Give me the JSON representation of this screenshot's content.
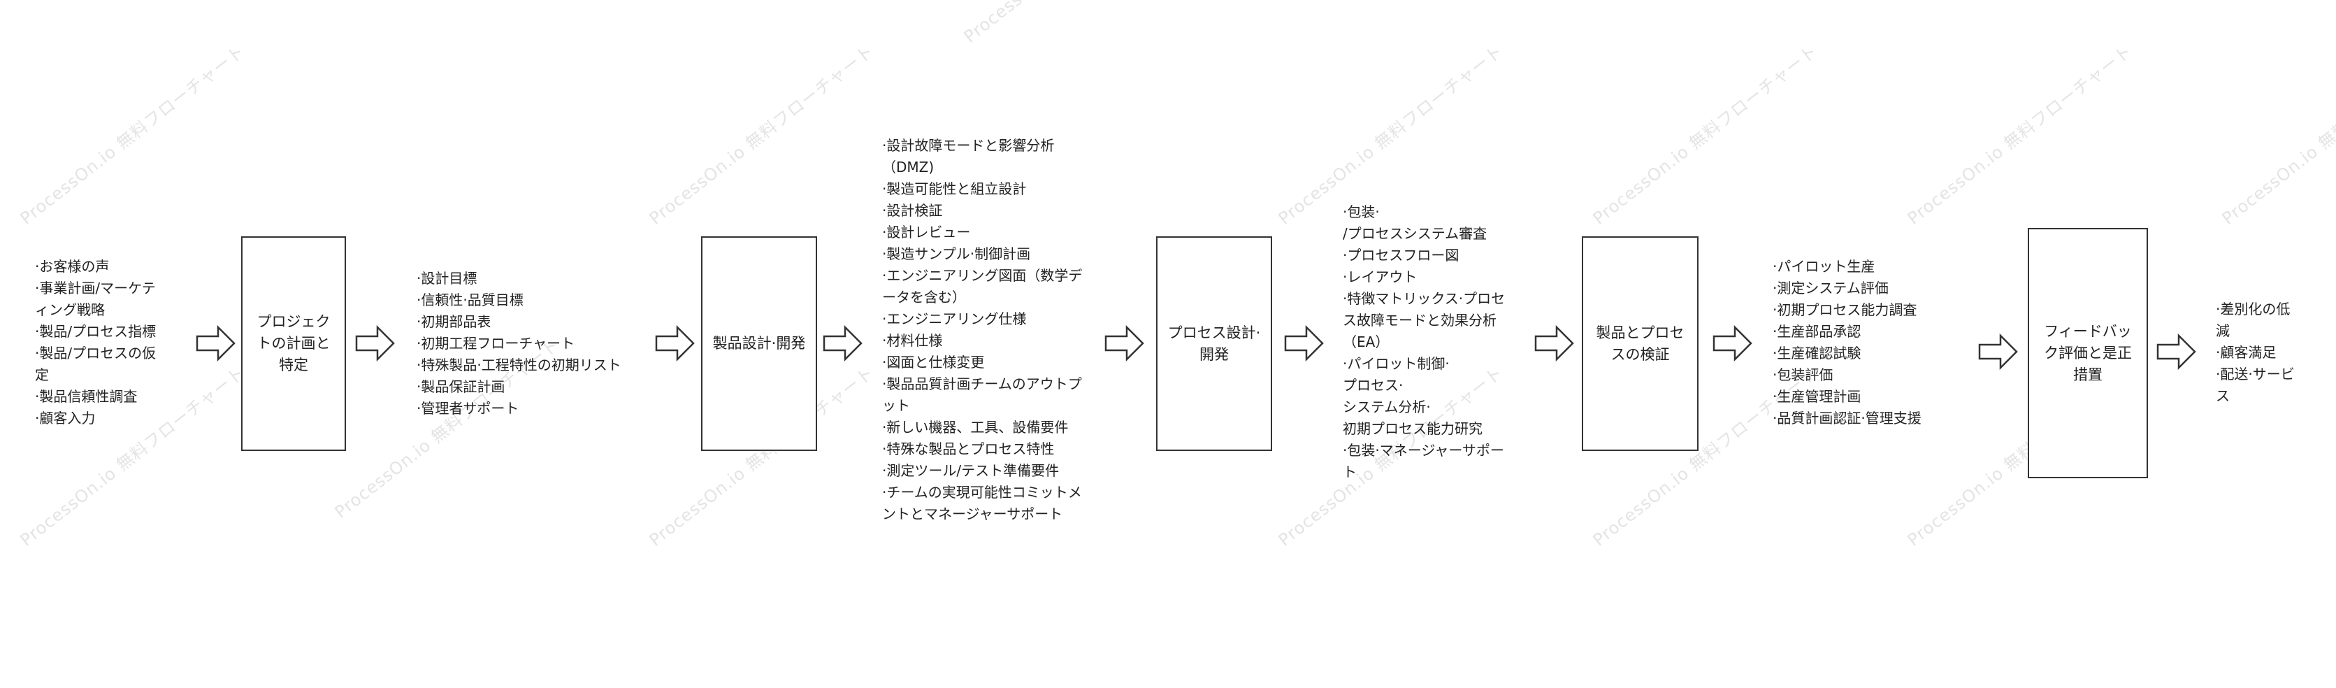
{
  "watermark": {
    "text": "ProcessOn.io 無料フローチャート"
  },
  "flow": {
    "inputs": [
      "·お客様の声",
      "·事業計画/マーケティング戦略",
      "·製品/プロセス指標",
      "·製品/プロセスの仮定",
      "·製品信頼性調査",
      "·顧客入力"
    ],
    "stages": [
      {
        "box": "プロジェクトの計画と特定",
        "outputs": [
          "·設計目標",
          "·信頼性·品質目標",
          "·初期部品表",
          "·初期工程フローチャート",
          "·特殊製品·工程特性の初期リスト",
          "·製品保証計画",
          "·管理者サポート"
        ]
      },
      {
        "box": "製品設計·開発",
        "outputs": [
          "·設計故障モードと影響分析（DMZ)",
          "·製造可能性と組立設計",
          "·設計検証",
          "·設計レビュー",
          "·製造サンプル·制御計画",
          "·エンジニアリング図面（数学データを含む）",
          "·エンジニアリング仕様",
          "·材料仕様",
          "·図面と仕様変更",
          "·製品品質計画チームのアウトプット",
          "·新しい機器、工具、設備要件",
          "·特殊な製品とプロセス特性",
          "·測定ツール/テスト準備要件",
          "·チームの実現可能性コミットメントとマネージャーサポート"
        ]
      },
      {
        "box": "プロセス設計·開発",
        "outputs": [
          "·包装·",
          "/プロセスシステム審査",
          "·プロセスフロー図",
          "·レイアウト",
          "·特徴マトリックス·プロセス故障モードと効果分析（EA）",
          "·パイロット制御·",
          "プロセス·",
          "システム分析·",
          "初期プロセス能力研究",
          "·包装·マネージャーサポート"
        ]
      },
      {
        "box": "製品とプロセスの検証",
        "outputs": [
          "·パイロット生産",
          "·測定システム評価",
          "·初期プロセス能力調査",
          "·生産部品承認",
          "·生産確認試験",
          "·包装評価",
          "·生産管理計画",
          "·品質計画認証·管理支援"
        ]
      },
      {
        "box": "フィードバック評価と是正措置",
        "outputs": [
          "·差別化の低減",
          "·顧客満足",
          "·配送·サービス"
        ]
      }
    ]
  }
}
